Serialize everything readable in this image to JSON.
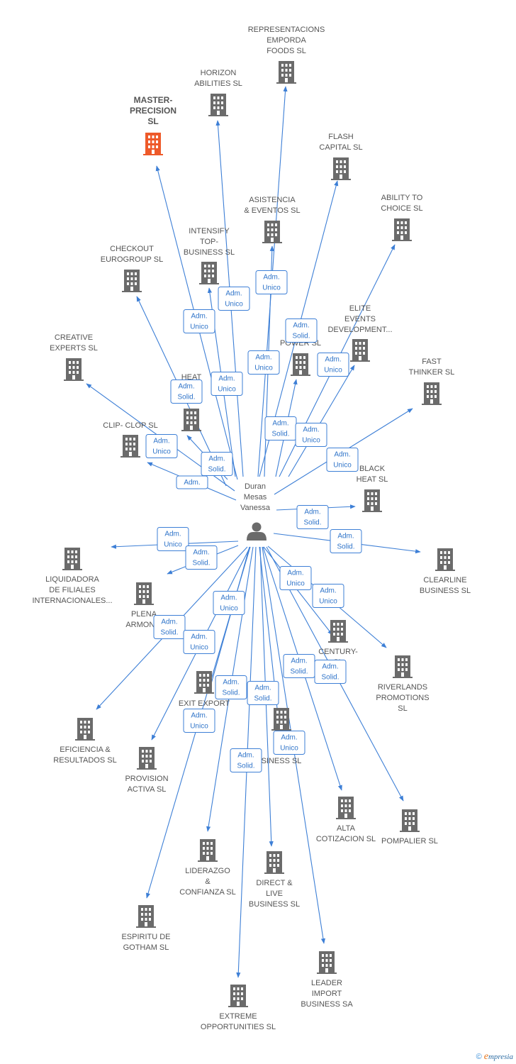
{
  "center": {
    "name_lines": [
      "Duran",
      "Mesas",
      "Vanessa"
    ],
    "icon": "person-icon"
  },
  "colors": {
    "edge": "#3d7fd6",
    "building": "#6b6b6b",
    "highlight": "#ee5a2a",
    "label": "#555555"
  },
  "companies": [
    {
      "id": "representacions",
      "lines": [
        "REPRESENTACIONS",
        "EMPORDA",
        "FOODS  SL"
      ]
    },
    {
      "id": "horizon",
      "lines": [
        "HORIZON",
        "ABILITIES SL"
      ]
    },
    {
      "id": "master",
      "lines": [
        "MASTER-",
        "PRECISION",
        "SL"
      ],
      "highlight": true
    },
    {
      "id": "flash",
      "lines": [
        "FLASH",
        "CAPITAL SL"
      ]
    },
    {
      "id": "asistencia",
      "lines": [
        "ASISTENCIA",
        "& EVENTOS  SL"
      ]
    },
    {
      "id": "ability",
      "lines": [
        "ABILITY TO",
        "CHOICE SL"
      ]
    },
    {
      "id": "intensify",
      "lines": [
        "INTENSIFY",
        "TOP-",
        "BUSINESS SL"
      ]
    },
    {
      "id": "checkout",
      "lines": [
        "CHECKOUT",
        "EUROGROUP SL"
      ]
    },
    {
      "id": "elite",
      "lines": [
        "ELITE",
        "EVENTS",
        "DEVELOPMENT..."
      ]
    },
    {
      "id": "power",
      "lines": [
        "POWER SL"
      ]
    },
    {
      "id": "creative",
      "lines": [
        "CREATIVE",
        "EXPERTS  SL"
      ]
    },
    {
      "id": "fast",
      "lines": [
        "FAST",
        "THINKER  SL"
      ]
    },
    {
      "id": "heat",
      "lines": [
        "HEAT",
        "O",
        "C  SL"
      ]
    },
    {
      "id": "clipclop",
      "lines": [
        "CLIP- CLOP SL"
      ]
    },
    {
      "id": "black",
      "lines": [
        "BLACK",
        "HEAT SL"
      ]
    },
    {
      "id": "liquidadora",
      "lines": [
        "LIQUIDADORA",
        "DE FILIALES",
        "INTERNACIONALES..."
      ]
    },
    {
      "id": "clearline",
      "lines": [
        "CLEARLINE",
        "BUSINESS SL"
      ]
    },
    {
      "id": "plena",
      "lines": [
        "PLENA",
        "ARMONIA"
      ]
    },
    {
      "id": "century",
      "lines": [
        "CENTURY-",
        "SL"
      ]
    },
    {
      "id": "riverlands",
      "lines": [
        "RIVERLANDS",
        "PROMOTIONS",
        "SL"
      ]
    },
    {
      "id": "exit",
      "lines": [
        "EXIT EXPORT",
        "-"
      ]
    },
    {
      "id": "eficiencia",
      "lines": [
        "EFICIENCIA &",
        "RESULTADOS SL"
      ]
    },
    {
      "id": "businessb",
      "lines": [
        "B",
        "W",
        "SINESS SL"
      ]
    },
    {
      "id": "provision",
      "lines": [
        "PROVISION",
        "ACTIVA SL"
      ]
    },
    {
      "id": "alta",
      "lines": [
        "ALTA",
        "COTIZACION SL"
      ]
    },
    {
      "id": "pompalier",
      "lines": [
        "POMPALIER SL"
      ]
    },
    {
      "id": "liderazgo",
      "lines": [
        "LIDERAZGO",
        "&",
        "CONFIANZA SL"
      ]
    },
    {
      "id": "direct",
      "lines": [
        "DIRECT &",
        "LIVE",
        "BUSINESS SL"
      ]
    },
    {
      "id": "espiritu",
      "lines": [
        "ESPIRITU DE",
        "GOTHAM  SL"
      ]
    },
    {
      "id": "leader",
      "lines": [
        "LEADER",
        "IMPORT",
        "BUSINESS SA"
      ]
    },
    {
      "id": "extreme",
      "lines": [
        "EXTREME",
        "OPPORTUNITIES SL"
      ]
    }
  ],
  "relations": [
    {
      "lines": [
        "Adm.",
        "Unico"
      ]
    },
    {
      "lines": [
        "Adm.",
        "Unico"
      ]
    },
    {
      "lines": [
        "Adm.",
        "Unico"
      ]
    },
    {
      "lines": [
        "Adm.",
        "Solid."
      ]
    },
    {
      "lines": [
        "Adm.",
        "Unico"
      ]
    },
    {
      "lines": [
        "Adm.",
        "Unico"
      ]
    },
    {
      "lines": [
        "Adm.",
        "Solid."
      ]
    },
    {
      "lines": [
        "Adm.",
        "Unico"
      ]
    },
    {
      "lines": [
        "Adm.",
        "Solid."
      ]
    },
    {
      "lines": [
        "Adm.",
        "Unico"
      ]
    },
    {
      "lines": [
        "Adm.",
        "Unico"
      ]
    },
    {
      "lines": [
        "Adm.",
        "Solid."
      ]
    },
    {
      "lines": [
        "Adm."
      ]
    },
    {
      "lines": [
        "Adm.",
        "Unico"
      ]
    },
    {
      "lines": [
        "Adm.",
        "Solid."
      ]
    },
    {
      "lines": [
        "Adm.",
        "Solid."
      ]
    },
    {
      "lines": [
        "Adm.",
        "Unico"
      ]
    },
    {
      "lines": [
        "Adm.",
        "Solid."
      ]
    },
    {
      "lines": [
        "Adm.",
        "Unico"
      ]
    },
    {
      "lines": [
        "Adm.",
        "Unico"
      ]
    },
    {
      "lines": [
        "Adm.",
        "Unico"
      ]
    },
    {
      "lines": [
        "Adm.",
        "Solid."
      ]
    },
    {
      "lines": [
        "Adm.",
        "Unico"
      ]
    },
    {
      "lines": [
        "Adm.",
        "Solid."
      ]
    },
    {
      "lines": [
        "Adm.",
        "Solid."
      ]
    },
    {
      "lines": [
        "Adm.",
        "Solid."
      ]
    },
    {
      "lines": [
        "Adm.",
        "Solid."
      ]
    },
    {
      "lines": [
        "Adm.",
        "Unico"
      ]
    },
    {
      "lines": [
        "Adm.",
        "Unico"
      ]
    },
    {
      "lines": [
        "Adm.",
        "Solid."
      ]
    }
  ],
  "footer": {
    "copyright": "©",
    "brand_initial": "e",
    "brand_rest": "mpresia"
  }
}
